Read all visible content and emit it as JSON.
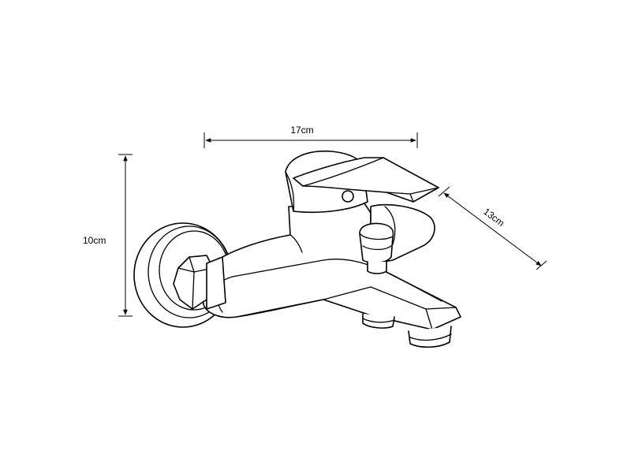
{
  "dimensions": {
    "width": {
      "label": "17cm"
    },
    "height": {
      "label": "10cm"
    },
    "depth": {
      "label": "13cm"
    }
  }
}
